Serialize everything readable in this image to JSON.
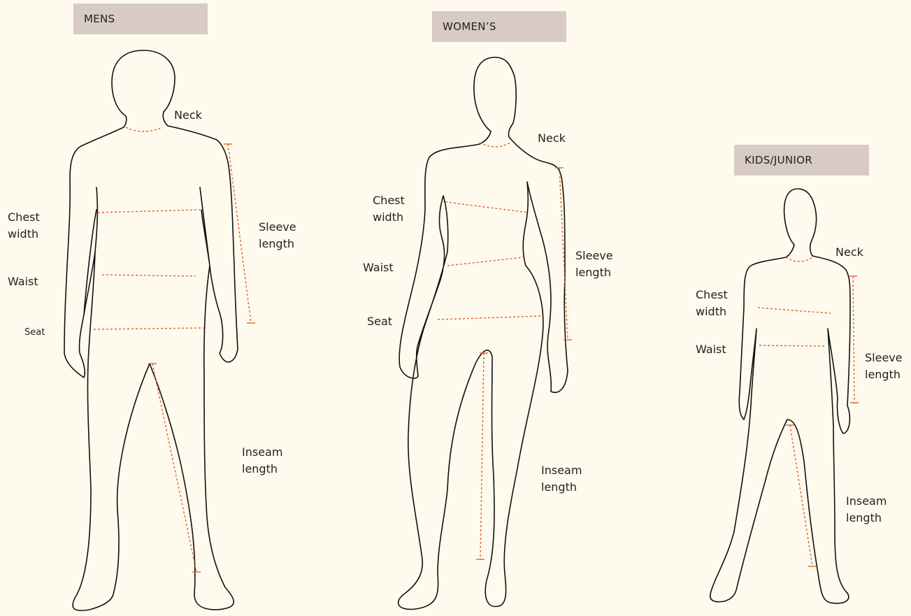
{
  "figures": {
    "mens": {
      "title": "MENS",
      "labels": {
        "neck": "Neck",
        "chest": "Chest\nwidth",
        "waist": "Waist",
        "seat": "Seat",
        "sleeve": "Sleeve\nlength",
        "inseam": "Inseam\nlength"
      }
    },
    "womens": {
      "title": "WOMEN’S",
      "labels": {
        "neck": "Neck",
        "chest": "Chest\nwidth",
        "waist": "Waist",
        "seat": "Seat",
        "sleeve": "Sleeve\nlength",
        "inseam": "Inseam\nlength"
      }
    },
    "kids": {
      "title": "KIDS/JUNIOR",
      "labels": {
        "neck": "Neck",
        "chest": "Chest\nwidth",
        "waist": "Waist",
        "sleeve": "Sleeve\nlength",
        "inseam": "Inseam\nlength"
      }
    }
  },
  "colors": {
    "background": "#fffaee",
    "tag_background": "#d8cbc6",
    "measurement_line": "#e0602a",
    "outline": "#111111"
  }
}
